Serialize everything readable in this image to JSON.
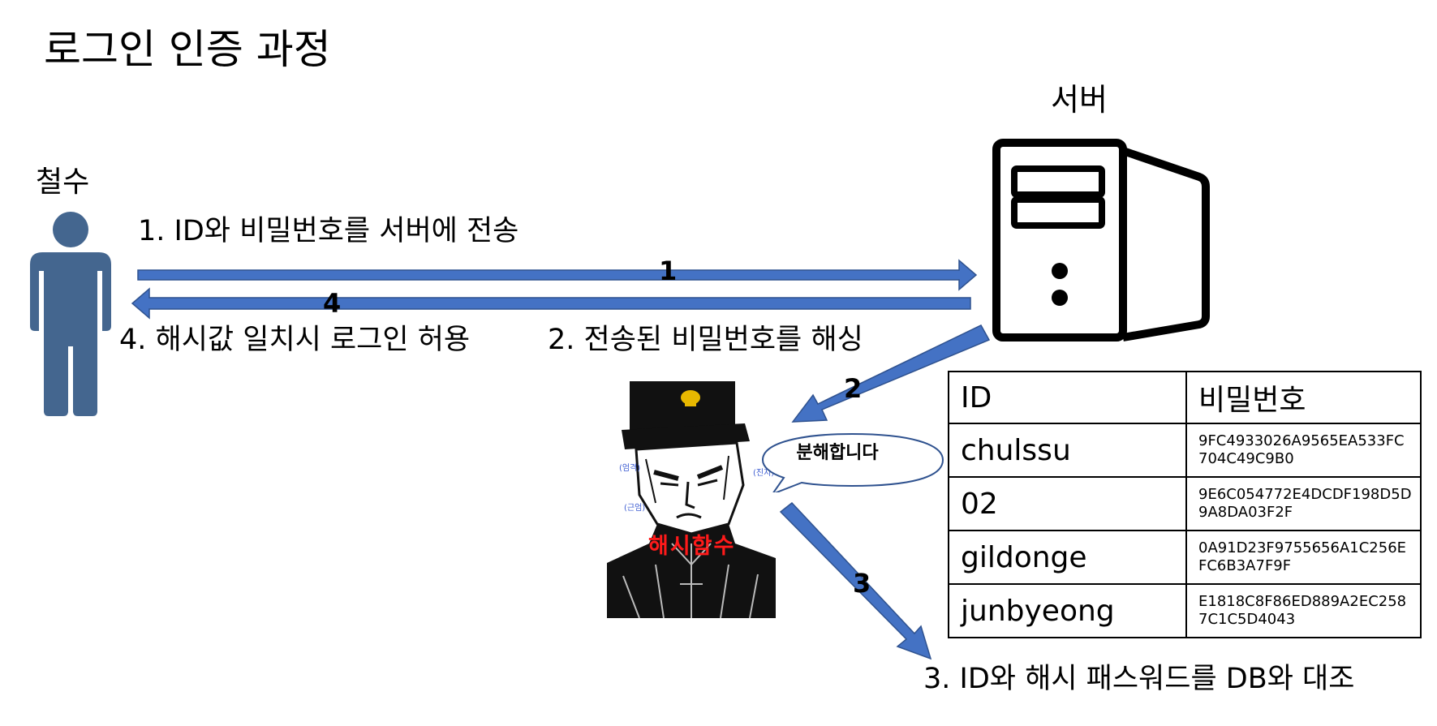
{
  "title": "로그인 인증 과정",
  "user": {
    "name": "철수",
    "icon": "person-icon"
  },
  "server": {
    "name": "서버",
    "icon": "server-icon"
  },
  "steps": {
    "step1": "1. ID와 비밀번호를 서버에 전송",
    "step2": "2. 전송된 비밀번호를 해싱",
    "step3": "3. ID와 해시 패스워드를 DB와 대조",
    "step4": "4. 해시값 일치시 로그인 허용"
  },
  "arrow_numbers": {
    "a1": "1",
    "a2": "2",
    "a3": "3",
    "a4": "4"
  },
  "hash_function": {
    "label": "해시함수",
    "speech": "분해합니다",
    "annotations": [
      "(엄격)",
      "(진지)",
      "(근엄)"
    ]
  },
  "db_table": {
    "headers": [
      "ID",
      "비밀번호"
    ],
    "rows": [
      {
        "id": "chulssu",
        "hash": "9FC4933026A9565EA533FC704C49C9B0"
      },
      {
        "id": "02",
        "hash": "9E6C054772E4DCDF198D5D9A8DA03F2F"
      },
      {
        "id": "gildonge",
        "hash": "0A91D23F9755656A1C256EFC6B3A7F9F"
      },
      {
        "id": "junbyeong",
        "hash": "E1818C8F86ED889A2EC2587C1C5D4043"
      }
    ]
  },
  "colors": {
    "arrow_fill": "#4472c4",
    "arrow_stroke": "#2f528f",
    "person": "#44668f",
    "hash_label": "#ff1a1a"
  }
}
